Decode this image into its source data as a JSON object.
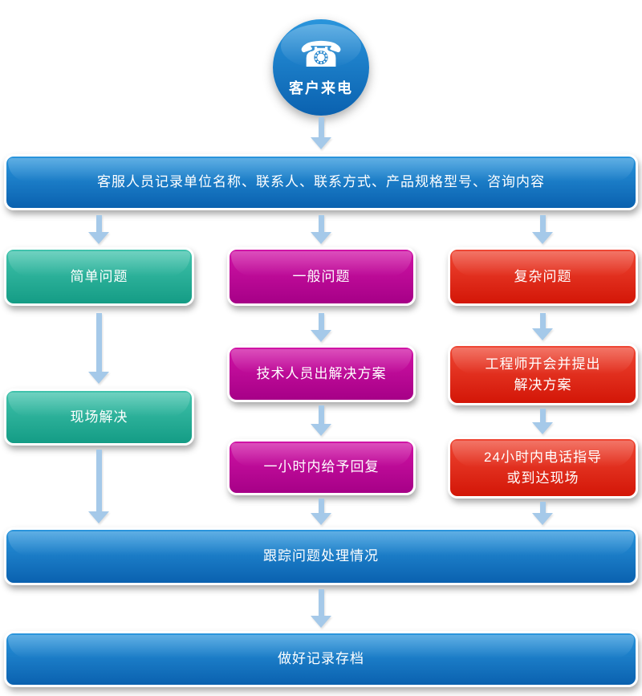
{
  "nodes": {
    "start": "客户来电",
    "record": "客服人员记录单位名称、联系人、联系方式、产品规格型号、咨询内容",
    "simple": "简单问题",
    "general": "一般问题",
    "complex": "复杂问题",
    "onsite": "现场解决",
    "tech_solution": "技术人员出解决方案",
    "engineer_meeting": "工程师开会并提出\n解决方案",
    "one_hour_reply": "一小时内给予回复",
    "support_24h": "24小时内电话指导\n或到达现场",
    "track": "跟踪问题处理情况",
    "archive": "做好记录存档"
  },
  "icons": {
    "phone": "☎"
  },
  "colors": {
    "blue_top": "#2a95dc",
    "blue_bottom": "#0a61af",
    "teal_top": "#41c3ac",
    "teal_bottom": "#149c85",
    "magenta_top": "#d114a6",
    "magenta_bottom": "#a60087",
    "red_top": "#ef4734",
    "red_bottom": "#d31607",
    "arrow": "#a5c9e9"
  }
}
